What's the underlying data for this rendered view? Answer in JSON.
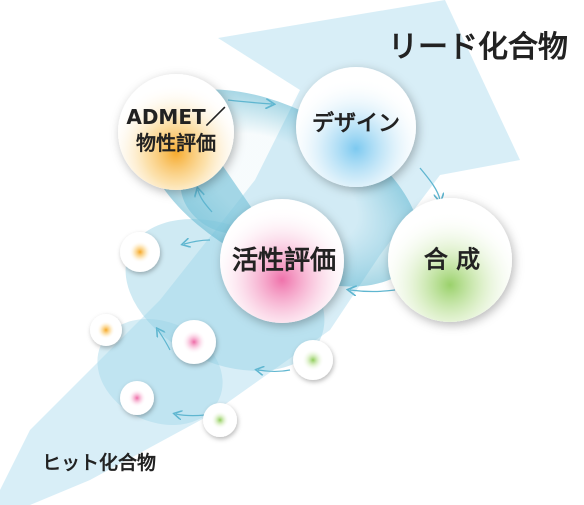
{
  "title_top": "リード化合物",
  "title_bottom": "ヒット化合物",
  "nodes": {
    "admet_line1": "ADMET／",
    "admet_line2": "物性評価",
    "design": "デザイン",
    "synthesis": "合 成",
    "evaluation": "活性評価"
  },
  "colors": {
    "arrow": "#d4ecf6",
    "cycle_fill": "#7fc6dc",
    "cycle_line": "#5fb6d0",
    "admet": "#f5a623",
    "design": "#6ec3ee",
    "synthesis": "#8fcc5a",
    "evaluation": "#ee6aa6"
  }
}
